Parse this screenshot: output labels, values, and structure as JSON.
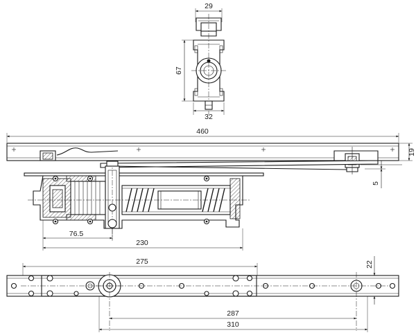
{
  "drawing": {
    "dimensions": {
      "end_view_width": "29",
      "end_view_height": "67",
      "end_view_body_width": "32",
      "arm_length": "460",
      "arm_height": "19",
      "arm_offset": "5",
      "pivot_distance": "76.5",
      "body_length": "230",
      "hole_spacing_top": "275",
      "plate_width": "22",
      "hole_spacing_bottom": "287",
      "plate_length": "310"
    }
  }
}
